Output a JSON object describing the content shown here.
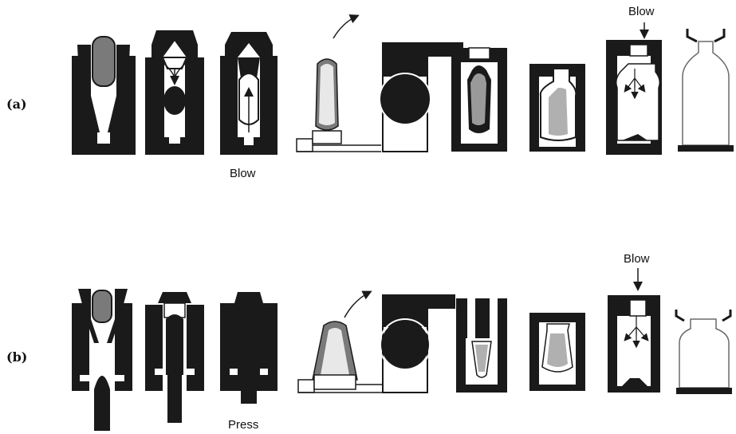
{
  "diagram": {
    "row_a": {
      "label": "(a)",
      "blow_label_bottom": "Blow",
      "blow_label_top": "Blow"
    },
    "row_b": {
      "label": "(b)",
      "press_label": "Press",
      "blow_label_top": "Blow"
    }
  },
  "colors": {
    "ink": "#1a1a1a",
    "glass_fill": "#7a7a7a",
    "background": "#ffffff"
  }
}
